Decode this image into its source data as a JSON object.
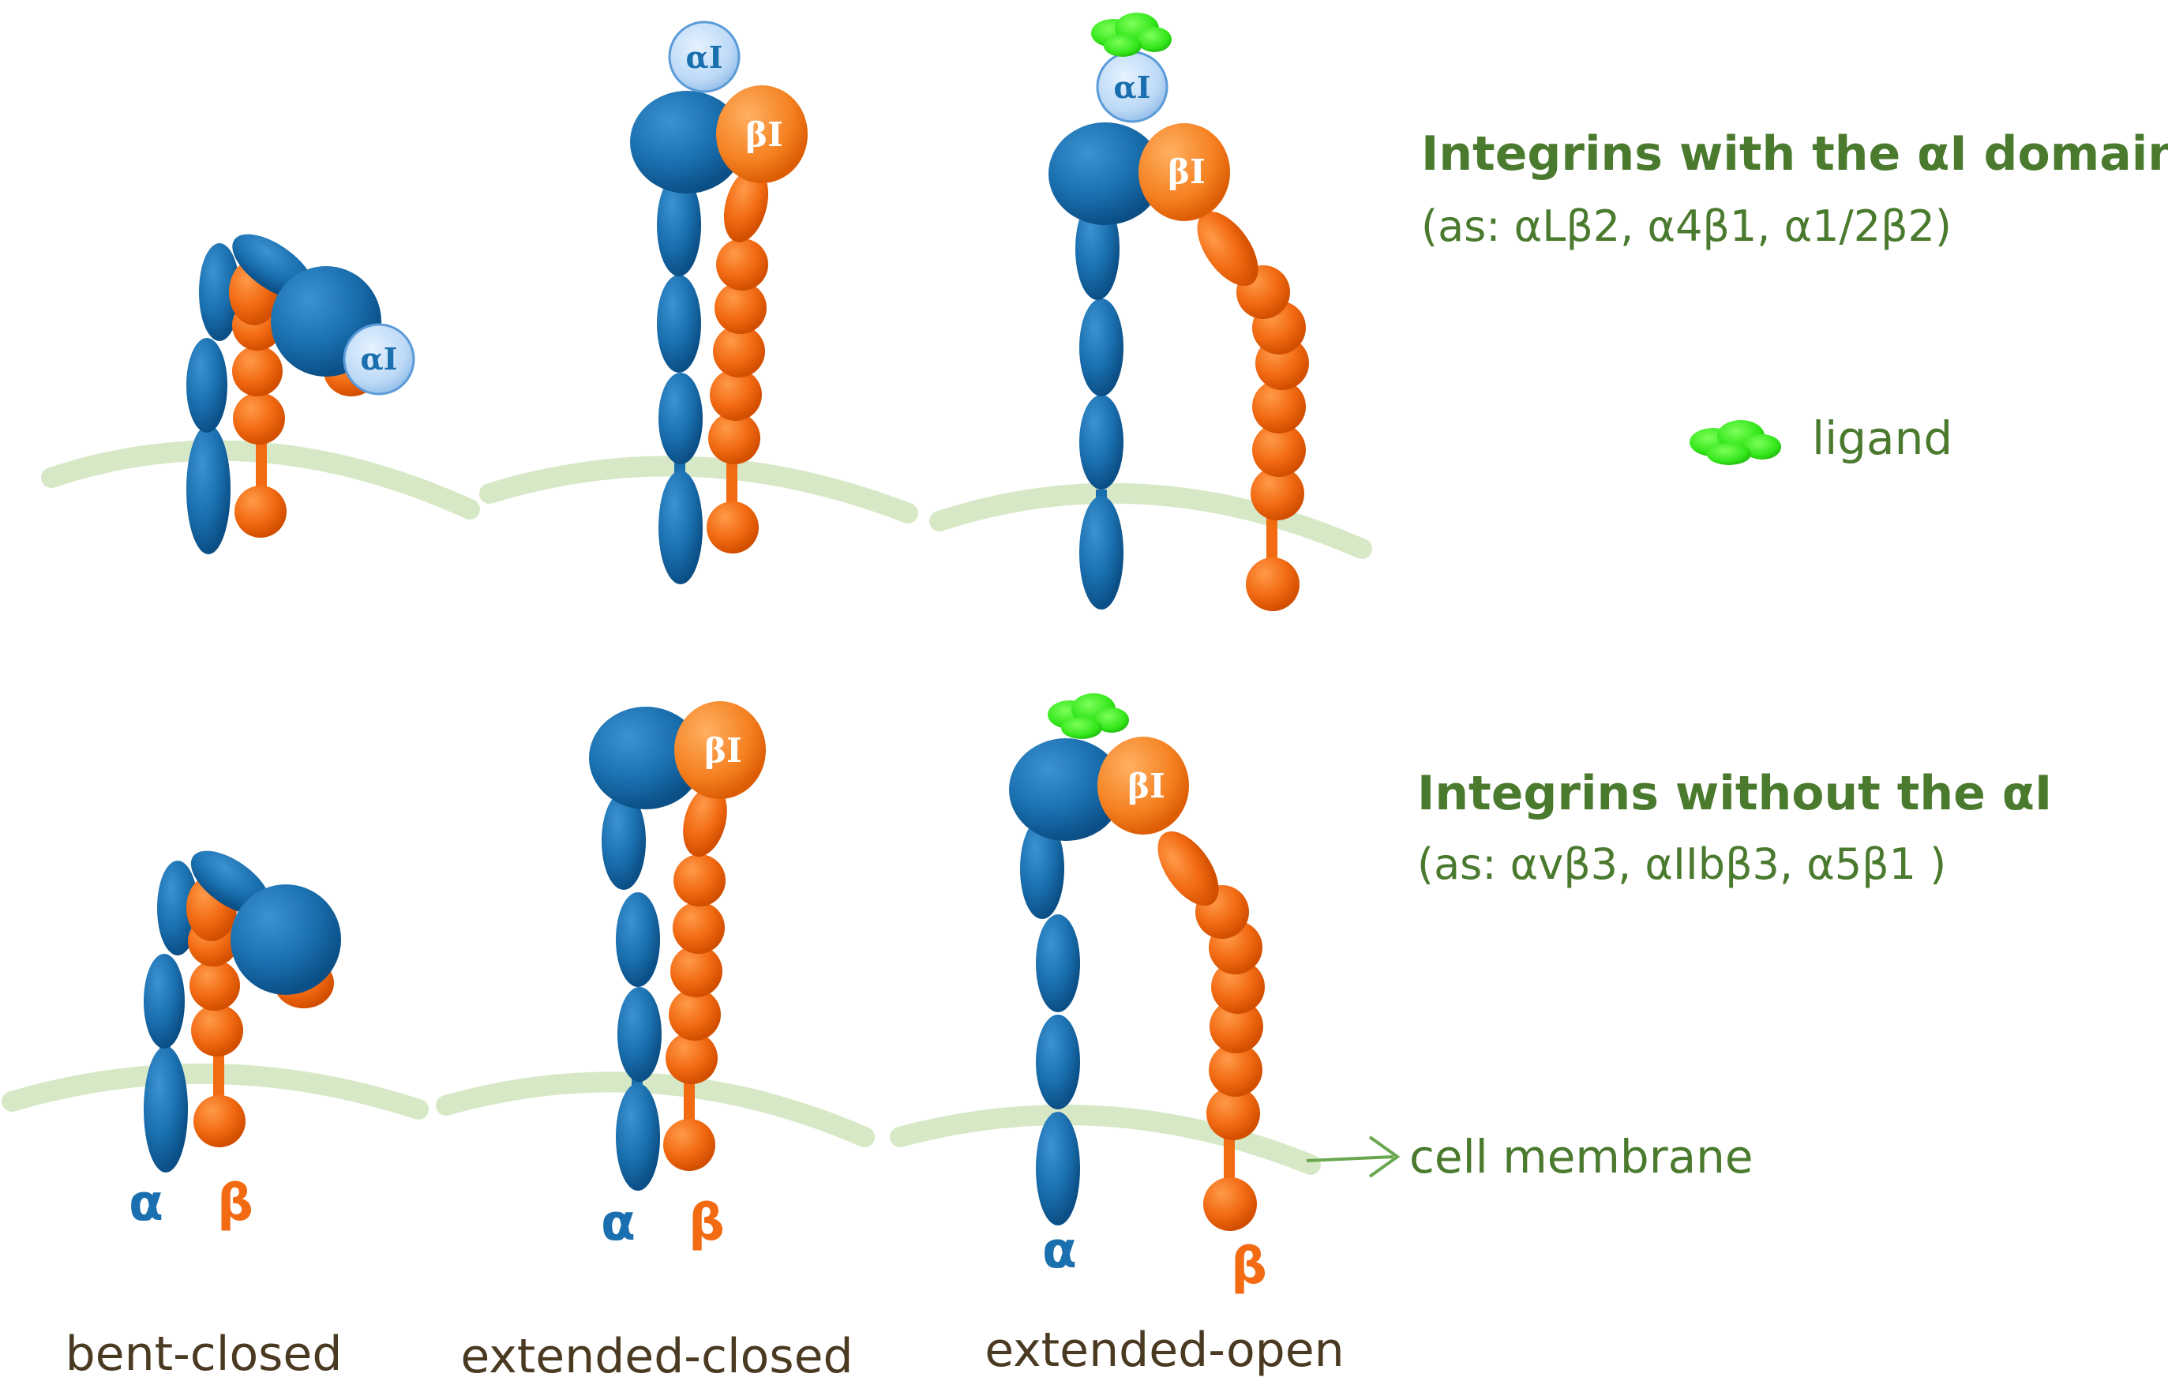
{
  "colors": {
    "alpha": "#1a6fae",
    "alpha_dark": "#0b4f86",
    "beta": "#f26a12",
    "beta_dark": "#d24e00",
    "membrane": "#d7e8c6",
    "ligand": "#33e61a",
    "ai_domain": "#bcd9f6",
    "text_green": "#4a7a2e",
    "text_brown": "#4b3a22"
  },
  "domain_labels": {
    "alpha_i": "αI",
    "beta_i": "βI"
  },
  "chain_labels": {
    "alpha": "α",
    "beta": "β"
  },
  "states": {
    "bent_closed": "bent-closed",
    "extended_closed": "extended-closed",
    "extended_open": "extended-open"
  },
  "legend": {
    "with_ai": {
      "title": "Integrins with the αI domain",
      "examples": "(as: αLβ2, α4β1, α1/2β2)"
    },
    "without_ai": {
      "title": "Integrins without the αI",
      "examples": "(as: αvβ3, αIIbβ3, α5β1 )"
    },
    "ligand": "ligand",
    "cell_membrane": "cell membrane"
  }
}
